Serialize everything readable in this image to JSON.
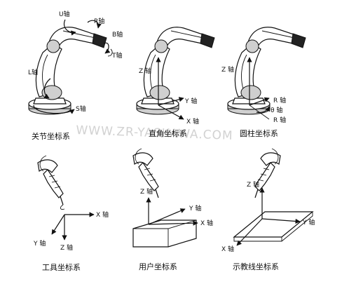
{
  "watermark": "WWW.ZR-YASKAWA.COM",
  "panels": [
    {
      "caption": "关节坐标系",
      "labels": {
        "u": "U轴",
        "r": "R轴",
        "b": "B轴",
        "t": "T轴",
        "l": "L轴",
        "s": "S轴"
      }
    },
    {
      "caption": "直角坐标系",
      "labels": {
        "z": "Z 轴",
        "y": "Y 轴",
        "x": "X 轴"
      }
    },
    {
      "caption": "圆柱坐标系",
      "labels": {
        "z": "Z 轴",
        "r1": "R 轴",
        "theta": "θ 轴",
        "r2": "R 轴"
      }
    },
    {
      "caption": "工具坐标系",
      "labels": {
        "x": "X 轴",
        "y": "Y 轴",
        "z": "Z 轴"
      }
    },
    {
      "caption": "用户坐标系",
      "labels": {
        "z": "Z 轴",
        "y": "Y 轴",
        "x": "X 轴"
      }
    },
    {
      "caption": "示教线坐标系",
      "labels": {
        "z": "Z 轴",
        "y": "Y 轴",
        "x": "X 轴"
      }
    }
  ]
}
